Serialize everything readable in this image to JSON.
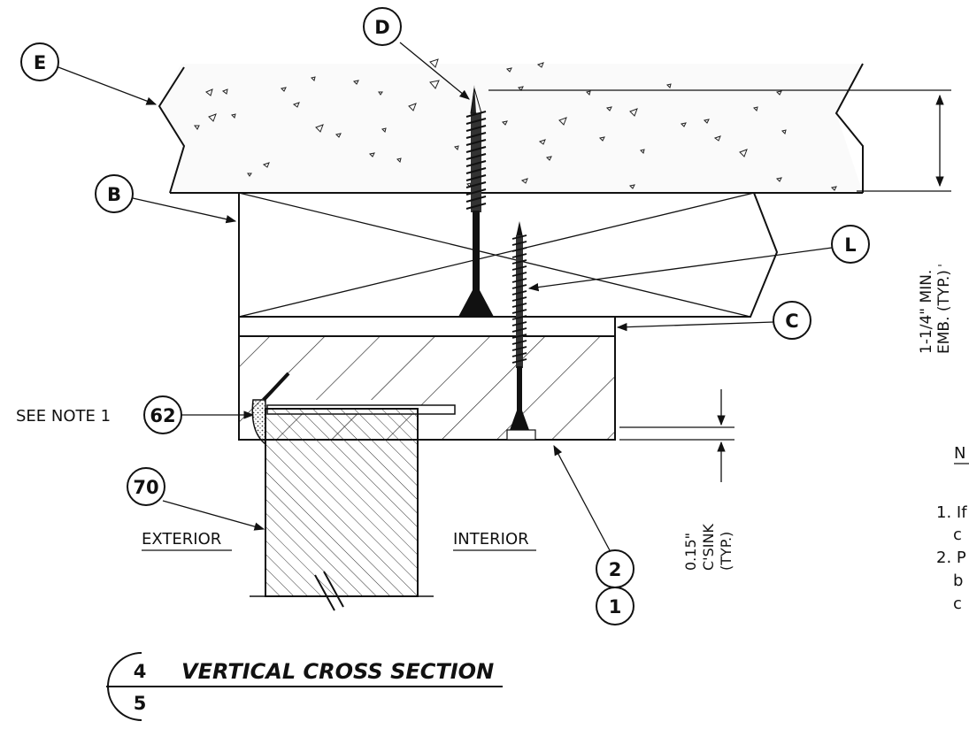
{
  "callouts": {
    "D": "D",
    "E": "E",
    "B": "B",
    "L": "L",
    "C": "C",
    "n62": "62",
    "n70": "70",
    "n2": "2",
    "n1": "1"
  },
  "labels": {
    "see_note": "SEE NOTE 1",
    "exterior": "EXTERIOR",
    "interior": "INTERIOR",
    "embed_line1": "1-1/4\" MIN.",
    "embed_line2": "EMB. (TYP.)",
    "csink_line1": "0.15\"",
    "csink_line2": "C'SINK",
    "csink_line3": "(TYP.)"
  },
  "notes": {
    "heading": "N",
    "line1": "1. If",
    "line1b": "c",
    "line2": "2. P",
    "line2b": "b",
    "line2c": "c"
  },
  "section": {
    "title": "VERTICAL CROSS SECTION",
    "number": "4",
    "sheet": "5"
  }
}
